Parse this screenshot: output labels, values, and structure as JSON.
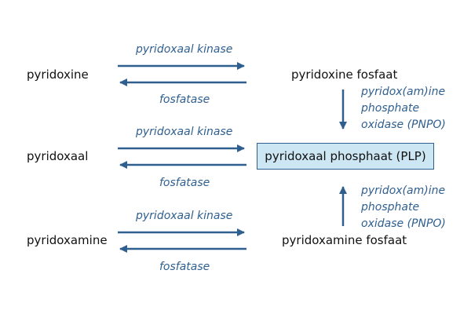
{
  "compounds": {
    "pyridoxine": "pyridoxine",
    "pyridoxal": "pyridoxaal",
    "pyridoxamine": "pyridoxamine",
    "pyridoxine_phosphate": "pyridoxine fosfaat",
    "pyridoxamine_phosphate": "pyridoxamine fosfaat",
    "plp": "pyridoxaal phosphaat (PLP)"
  },
  "enzymes": {
    "kinase": "pyridoxaal kinase",
    "phosphatase": "fosfatase",
    "oxidase_lines": [
      "pyridox(am)ine",
      "phosphate",
      "oxidase (PNPO)"
    ]
  },
  "colors": {
    "arrow": "#2f5f8f",
    "enzyme_text": "#2f5f8f",
    "plp_fill": "#cde6f3"
  }
}
